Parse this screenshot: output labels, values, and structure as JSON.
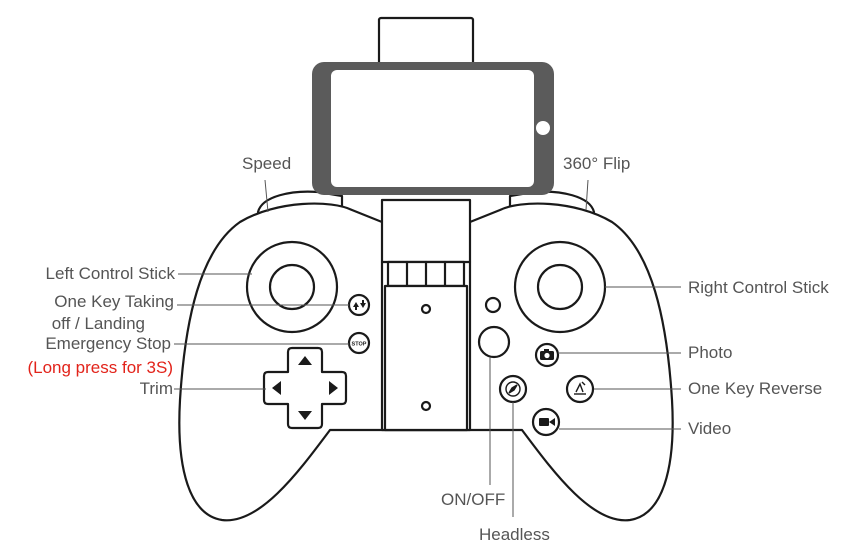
{
  "labels": {
    "speed": "Speed",
    "flip": "360° Flip",
    "left_stick": "Left Control Stick",
    "takeoff_1": "One Key Taking",
    "takeoff_2": "off / Landing",
    "emergency": "Emergency Stop",
    "long_press": "(Long press for 3S)",
    "trim": "Trim",
    "right_stick": "Right Control Stick",
    "photo": "Photo",
    "reverse": "One Key Reverse",
    "video": "Video",
    "onoff": "ON/OFF",
    "headless": "Headless"
  },
  "buttons": {
    "stop": "STOP"
  },
  "icons": {
    "takeoff": "takeoff-landing-icon",
    "stop": "stop-icon",
    "photo": "camera-icon",
    "reverse": "one-key-reverse-icon",
    "video": "video-camera-icon",
    "headless": "compass-icon"
  },
  "colors": {
    "outline": "#1a1a1a",
    "phone": "#5b5b5b",
    "label": "#555555",
    "warning": "#e2231a"
  }
}
